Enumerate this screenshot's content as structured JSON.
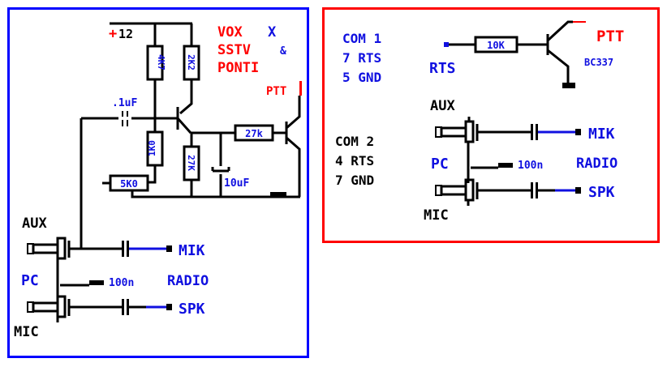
{
  "left_panel": {
    "border_color": "#0000ff",
    "title_lines": [
      {
        "text": "VOX",
        "color": "#ff0000"
      },
      {
        "text": "X",
        "color": "#1010e0"
      },
      {
        "text": "SSTV",
        "color": "#ff0000"
      },
      {
        "text": "&",
        "color": "#1010e0"
      },
      {
        "text": "PONTI",
        "color": "#ff0000"
      }
    ],
    "supply": {
      "sign": "+",
      "value": "12"
    },
    "resistors": [
      "4K7",
      "2K2",
      "1K0",
      "27K",
      "27k",
      "5K0"
    ],
    "capacitors": [
      ".1uF",
      "10uF"
    ],
    "ptt_label": "PTT",
    "jack_aux": "AUX",
    "jack_mic": "MIC",
    "pc_label": "PC",
    "cap_100n": "100n",
    "radio_label": "RADIO",
    "mik_label": "MIK",
    "spk_label": "SPK"
  },
  "right_panel": {
    "border_color": "#ff0000",
    "com1": [
      "COM 1",
      "7 RTS",
      "5 GND"
    ],
    "com2": [
      "COM 2",
      "4 RTS",
      "7 GND"
    ],
    "rts_label": "RTS",
    "resistor": "10K",
    "transistor": "BC337",
    "ptt_label": "PTT",
    "jack_aux": "AUX",
    "jack_mic": "MIC",
    "pc_label": "PC",
    "cap_100n": "100n",
    "radio_label": "RADIO",
    "mik_label": "MIK",
    "spk_label": "SPK"
  }
}
